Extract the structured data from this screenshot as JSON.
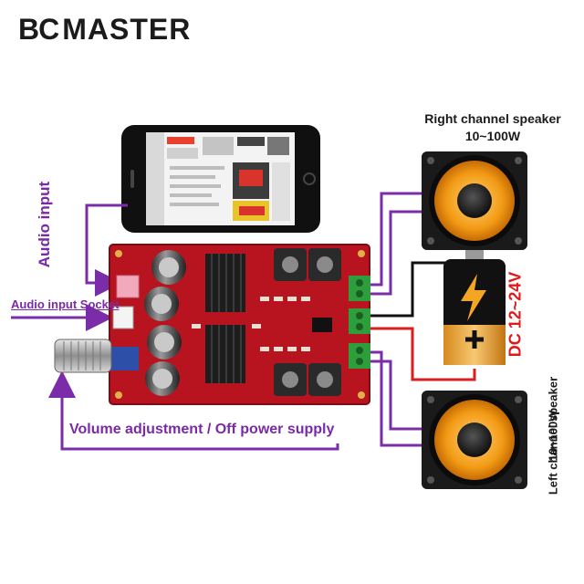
{
  "brand": {
    "logo_text": "BCMASTER",
    "bc": "BC",
    "rest": "MASTER"
  },
  "labels": {
    "audio_input": "Audio input",
    "audio_input_socket": "Audio input Socket",
    "volume_adjustment": "Volume adjustment / Off power supply",
    "right_speaker_title": "Right channel speaker",
    "right_speaker_power": "10~100W",
    "left_speaker_title": "Left channel speaker",
    "left_speaker_power": "10~100W",
    "dc_supply": "DC 12~24V"
  },
  "colors": {
    "wire_purple": "#7b2ca8",
    "wire_red": "#d81e1e",
    "wire_black": "#111111",
    "board_red": "#b7141f",
    "speaker_yellow": "#f5a623",
    "terminal_green": "#2e9d3c"
  }
}
